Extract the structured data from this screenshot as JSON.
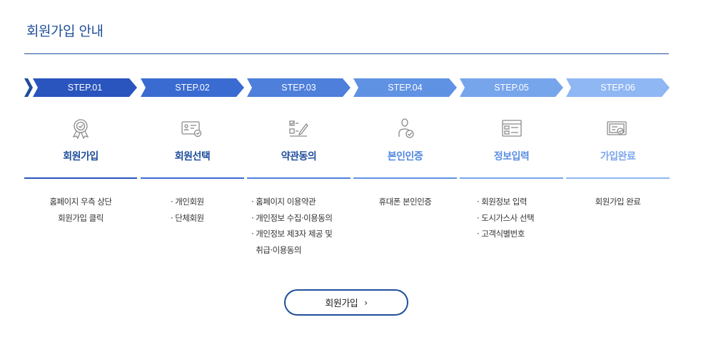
{
  "title": "회원가입 안내",
  "colors": {
    "title": "#1f4e9a",
    "step_name_active": "#1f4e9a",
    "step_name_inactive": "#7aa6ea"
  },
  "steps": [
    {
      "step": "STEP.01",
      "name": "회원가입",
      "icon": "award-ribbon-icon",
      "color": "#2a55be",
      "items": [
        "홈페이지 우측 상단",
        "회원가입 클릭"
      ]
    },
    {
      "step": "STEP.02",
      "name": "회원선택",
      "icon": "member-card-check-icon",
      "color": "#3a6bd0",
      "items": [
        "· 개인회원",
        "· 단체회원"
      ]
    },
    {
      "step": "STEP.03",
      "name": "약관동의",
      "icon": "checklist-pen-icon",
      "color": "#4d7fdb",
      "items": [
        "· 홈페이지 이용약관",
        "· 개인정보 수집·이용동의",
        "· 개인정보 제3자 제공 및",
        "  취급·이용동의"
      ]
    },
    {
      "step": "STEP.04",
      "name": "본인인증",
      "icon": "user-verify-icon",
      "color": "#6092e4",
      "items": [
        "휴대폰 본인인증"
      ]
    },
    {
      "step": "STEP.05",
      "name": "정보입력",
      "icon": "form-input-icon",
      "color": "#77a5ec",
      "items": [
        "· 회원정보 입력",
        "· 도시가스사 선택",
        "· 고객식별번호"
      ]
    },
    {
      "step": "STEP.06",
      "name": "가입완료",
      "icon": "certificate-check-icon",
      "color": "#8fb7f3",
      "items": [
        "회원가입 완료"
      ]
    }
  ],
  "button": {
    "label": "회원가입",
    "arrow": "›"
  }
}
